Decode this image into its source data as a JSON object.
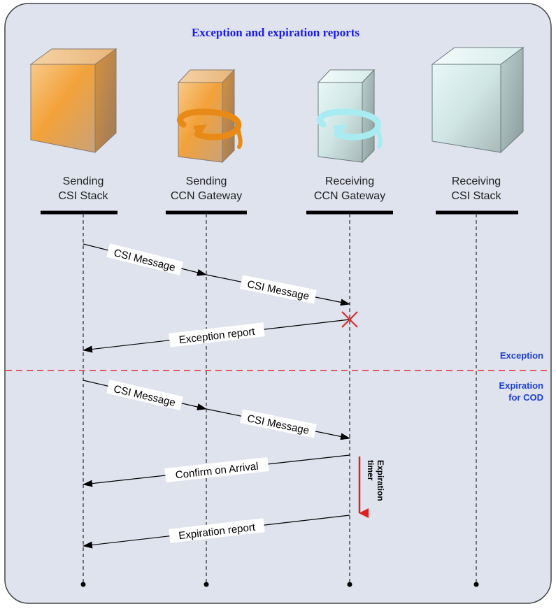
{
  "title": "Exception and expiration reports",
  "actors": [
    {
      "line1": "Sending",
      "line2": "CSI Stack",
      "icon": "server-orange-icon"
    },
    {
      "line1": "Sending",
      "line2": "CCN Gateway",
      "icon": "gateway-orange-icon"
    },
    {
      "line1": "Receiving",
      "line2": "CCN Gateway",
      "icon": "gateway-cyan-icon"
    },
    {
      "line1": "Receiving",
      "line2": "CSI Stack",
      "icon": "server-cyan-icon"
    }
  ],
  "messages": [
    {
      "from": 0,
      "to": 1,
      "label": "CSI Message"
    },
    {
      "from": 1,
      "to": 2,
      "label": "CSI Message"
    },
    {
      "from": 2,
      "to": 0,
      "label": "Exception report"
    },
    {
      "from": 0,
      "to": 1,
      "label": "CSI Message"
    },
    {
      "from": 1,
      "to": 2,
      "label": "CSI Message"
    },
    {
      "from": 2,
      "to": 0,
      "label": "Confirm on Arrival"
    },
    {
      "from": 2,
      "to": 0,
      "label": "Expiration report"
    }
  ],
  "separator": {
    "label_above": "Exception",
    "label_below_line1": "Expiration",
    "label_below_line2": "for COD"
  },
  "timer": {
    "line1": "Expiration",
    "line2": "timer"
  },
  "colors": {
    "background": "#dfe3ee",
    "border": "#444444",
    "title": "#1a1aee",
    "separator": "#e03030",
    "section_label": "#1f3fd0",
    "error_cross": "#e02020",
    "timer_arrow": "#e02020",
    "orange": "#f0a030",
    "cyan": "#a8e8f0"
  }
}
